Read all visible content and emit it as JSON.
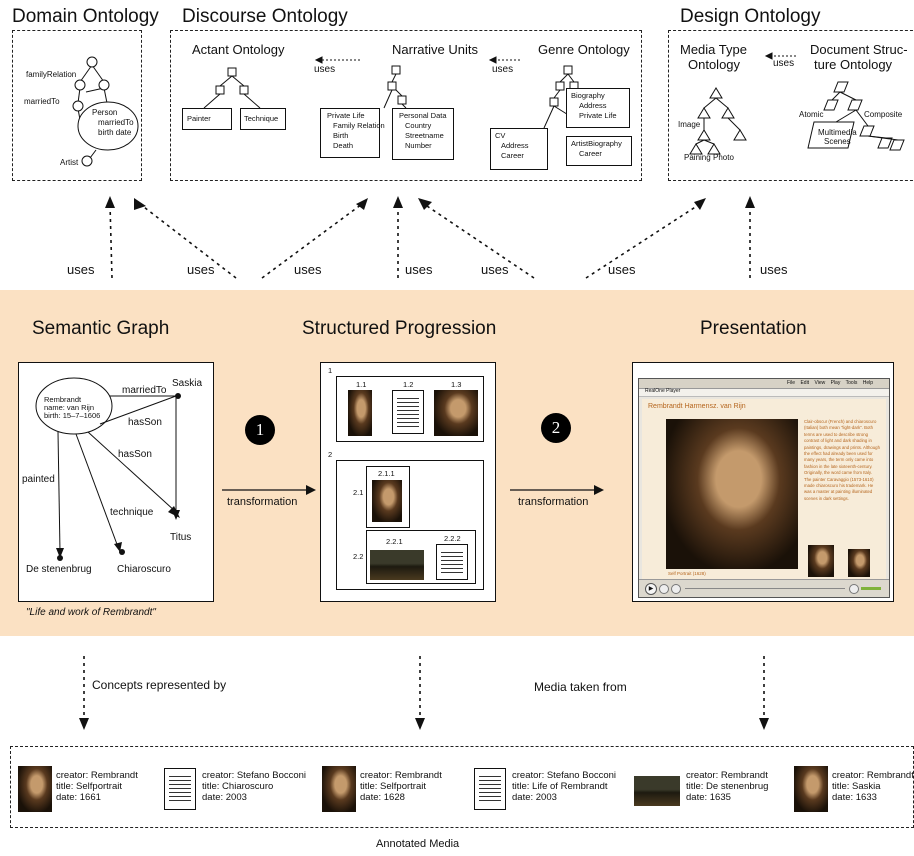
{
  "top": {
    "domain_title": "Domain Ontology",
    "discourse_title": "Discourse Ontology",
    "design_title": "Design Ontology",
    "domain_labels": {
      "family_relation": "familyRelation",
      "married_to": "marriedTo",
      "person": "Person",
      "person_married_to": "marriedTo",
      "birth_date": "birth date",
      "artist": "Artist"
    },
    "actant": {
      "title": "Actant Ontology",
      "painter": "Painter",
      "technique": "Technique"
    },
    "narrative": {
      "title": "Narrative Units",
      "box1": [
        "Private Life",
        "Family Relation",
        "Birth",
        "Death"
      ],
      "box2": [
        "Personal Data",
        "Country",
        "Streetname",
        "Number"
      ]
    },
    "genre": {
      "title": "Genre Ontology",
      "cv": [
        "CV",
        "Address",
        "Career"
      ],
      "bio": [
        "Biography",
        "Address",
        "Private Life"
      ],
      "artist_bio": [
        "ArtistBiography",
        "Career"
      ]
    },
    "uses_small_1": "uses",
    "uses_small_2": "uses",
    "uses_small_3": "uses",
    "media_type": {
      "title_line1": "Media Type",
      "title_line2": "Ontology",
      "image": "Image",
      "paining": "Paining",
      "photo": "Photo"
    },
    "doc_structure": {
      "title_line1": "Document Struc-",
      "title_line2": "ture Ontology",
      "atomic": "Atomic",
      "composite": "Composite",
      "multimedia": "Multimedia",
      "scenes": "Scenes"
    }
  },
  "uses_labels": [
    "uses",
    "uses",
    "uses",
    "uses",
    "uses",
    "uses",
    "uses"
  ],
  "middle": {
    "semantic_title": "Semantic Graph",
    "structured_title": "Structured Progression",
    "presentation_title": "Presentation",
    "graph": {
      "rembrandt": "Rembrandt",
      "name": "name: van Rijn",
      "birth": "birth: 15–7–1606",
      "married_to": "marriedTo",
      "saskia": "Saskia",
      "has_son_1": "hasSon",
      "has_son_2": "hasSon",
      "painted": "painted",
      "technique": "technique",
      "titus": "Titus",
      "de_stenenbrug": "De stenenbrug",
      "chiaroscuro": "Chiaroscuro",
      "caption": "\"Life and work of Rembrandt\""
    },
    "step1": "1",
    "step2": "2",
    "transformation_1": "transformation",
    "transformation_2": "transformation",
    "progression": {
      "s1": "1",
      "s11": "1.1",
      "s12": "1.2",
      "s13": "1.3",
      "s2": "2",
      "s21": "2.1",
      "s211": "2.1.1",
      "s22": "2.2",
      "s221": "2.2.1",
      "s222": "2.2.2"
    },
    "player": {
      "window_title": "RealOne Player",
      "heading": "Rembrandt Harmensz. van Rijn",
      "caption": "Self Portrait (1628)",
      "menu": [
        "File",
        "Edit",
        "View",
        "Play",
        "Tools",
        "Help"
      ],
      "body_text": "Clair-obscur (French) and chiaroscuro (Italian) both mean \"light-dark\". Both terms are used to describe strong contrast of light and dark shading in paintings, drawings and prints. Although the effect had already been used for many years, the term only came into fashion in the late sixteenth-century. Originally, the word came from Italy. The painter Caravaggio (1573-1610) made chiaroscuro his trademark. He was a master at painting illuminated scenes in dark settings."
    }
  },
  "bottom": {
    "concepts_label": "Concepts represented by",
    "media_label": "Media taken from",
    "annotated_media": "Annotated Media",
    "items": [
      {
        "kind": "portrait",
        "creator": "creator: Rembrandt",
        "title": "title: Selfportrait",
        "date": "date: 1661"
      },
      {
        "kind": "document",
        "creator": "creator: Stefano Bocconi",
        "title": "title: Chiaroscuro",
        "date": "date: 2003"
      },
      {
        "kind": "portrait",
        "creator": "creator: Rembrandt",
        "title": "title: Selfportrait",
        "date": "date: 1628"
      },
      {
        "kind": "document",
        "creator": "creator: Stefano Bocconi",
        "title": "title: Life of Rembrandt",
        "date": "date: 2003"
      },
      {
        "kind": "landscape",
        "creator": "creator: Rembrandt",
        "title": "title: De stenenbrug",
        "date": "date: 1635"
      },
      {
        "kind": "portrait",
        "creator": "creator: Rembrandt",
        "title": "title: Saskia",
        "date": "date: 1633"
      }
    ]
  }
}
